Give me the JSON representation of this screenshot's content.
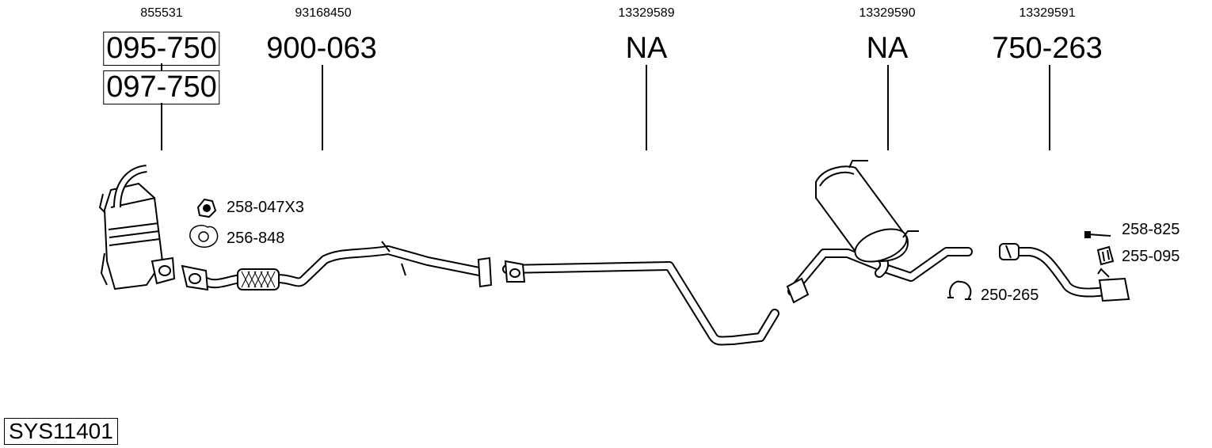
{
  "oem_numbers": [
    "855531",
    "93168450",
    "13329589",
    "13329590",
    "13329591"
  ],
  "part_numbers": {
    "cat_1": "095-750",
    "cat_2": "097-750",
    "front_pipe": "900-063",
    "center_pipe": "NA",
    "rear_silencer": "NA",
    "tail_pipe": "750-263"
  },
  "accessories": {
    "nut": "258-047X3",
    "gasket": "256-848",
    "bolt": "258-825",
    "rubber": "255-095",
    "clamp": "250-265"
  },
  "system_code": "SYS11401"
}
